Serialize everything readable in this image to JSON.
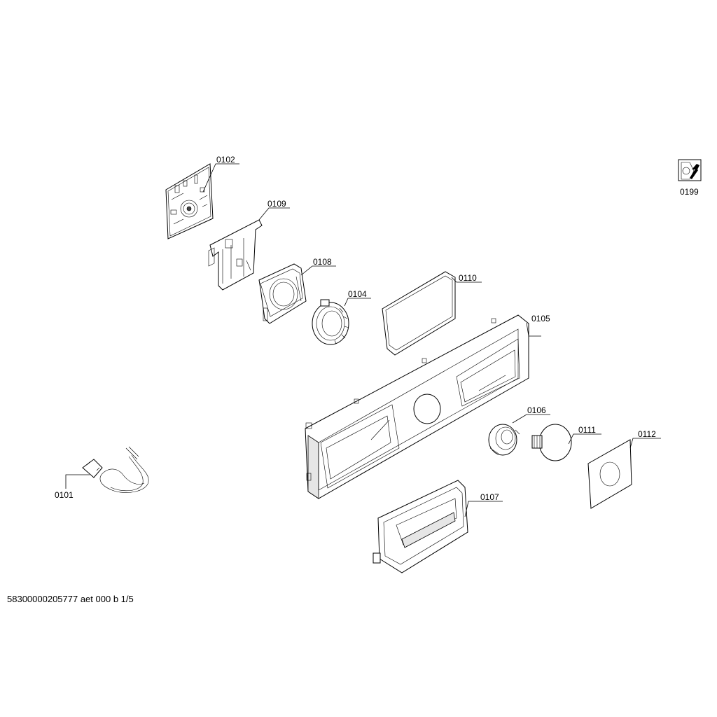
{
  "document_id": "58300000205777 aet 000 b 1/5",
  "parts": [
    {
      "id": "0101",
      "name": "power-cord"
    },
    {
      "id": "0102",
      "name": "control-module"
    },
    {
      "id": "0104",
      "name": "ring"
    },
    {
      "id": "0105",
      "name": "facia-panel"
    },
    {
      "id": "0106",
      "name": "knob-holder"
    },
    {
      "id": "0107",
      "name": "drawer-handle"
    },
    {
      "id": "0108",
      "name": "holder-frame"
    },
    {
      "id": "0109",
      "name": "bracket"
    },
    {
      "id": "0110",
      "name": "display-window"
    },
    {
      "id": "0111",
      "name": "knob"
    },
    {
      "id": "0112",
      "name": "label"
    },
    {
      "id": "0199",
      "name": "tool-icon"
    }
  ]
}
